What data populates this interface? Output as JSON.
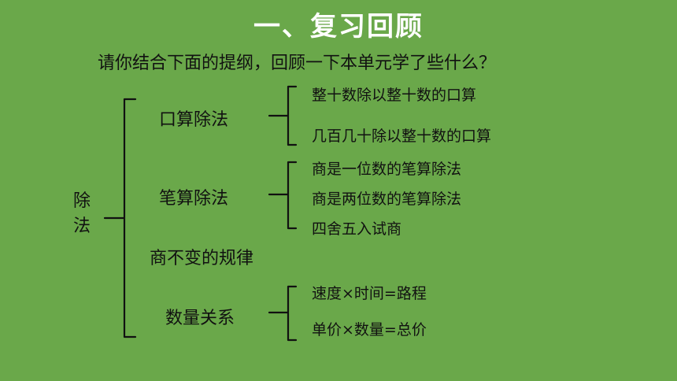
{
  "title": "一、复习回顾",
  "prompt": "请你结合下面的提纲，回顾一下本单元学了些什么？",
  "root": "除法",
  "categories": [
    {
      "label": "口算除法",
      "items": [
        "整十数除以整十数的口算",
        "几百几十除以整十数的口算"
      ]
    },
    {
      "label": "笔算除法",
      "items": [
        "商是一位数的笔算除法",
        "商是两位数的笔算除法",
        "四舍五入试商"
      ]
    },
    {
      "label": "商不变的规律",
      "items": []
    },
    {
      "label": "数量关系",
      "items": [
        "速度×时间=路程",
        "单价×数量=总价"
      ]
    }
  ]
}
